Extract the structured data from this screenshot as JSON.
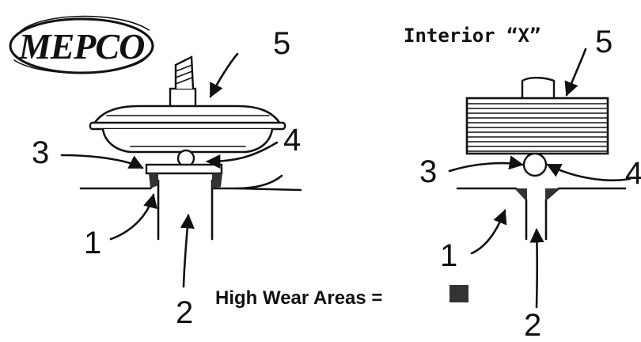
{
  "logo": {
    "text": "MEPCO"
  },
  "right_diagram": {
    "title": "Interior “X”"
  },
  "legend": {
    "text": "High Wear Areas =",
    "swatch_color": "#333333"
  },
  "callouts": {
    "left": {
      "n1": "1",
      "n2": "2",
      "n3": "3",
      "n4": "4",
      "n5": "5"
    },
    "right": {
      "n1": "1",
      "n2": "2",
      "n3": "3",
      "n4": "4",
      "n5": "5"
    }
  },
  "colors": {
    "ink": "#111111",
    "wear": "#333333",
    "background": "#ffffff"
  }
}
